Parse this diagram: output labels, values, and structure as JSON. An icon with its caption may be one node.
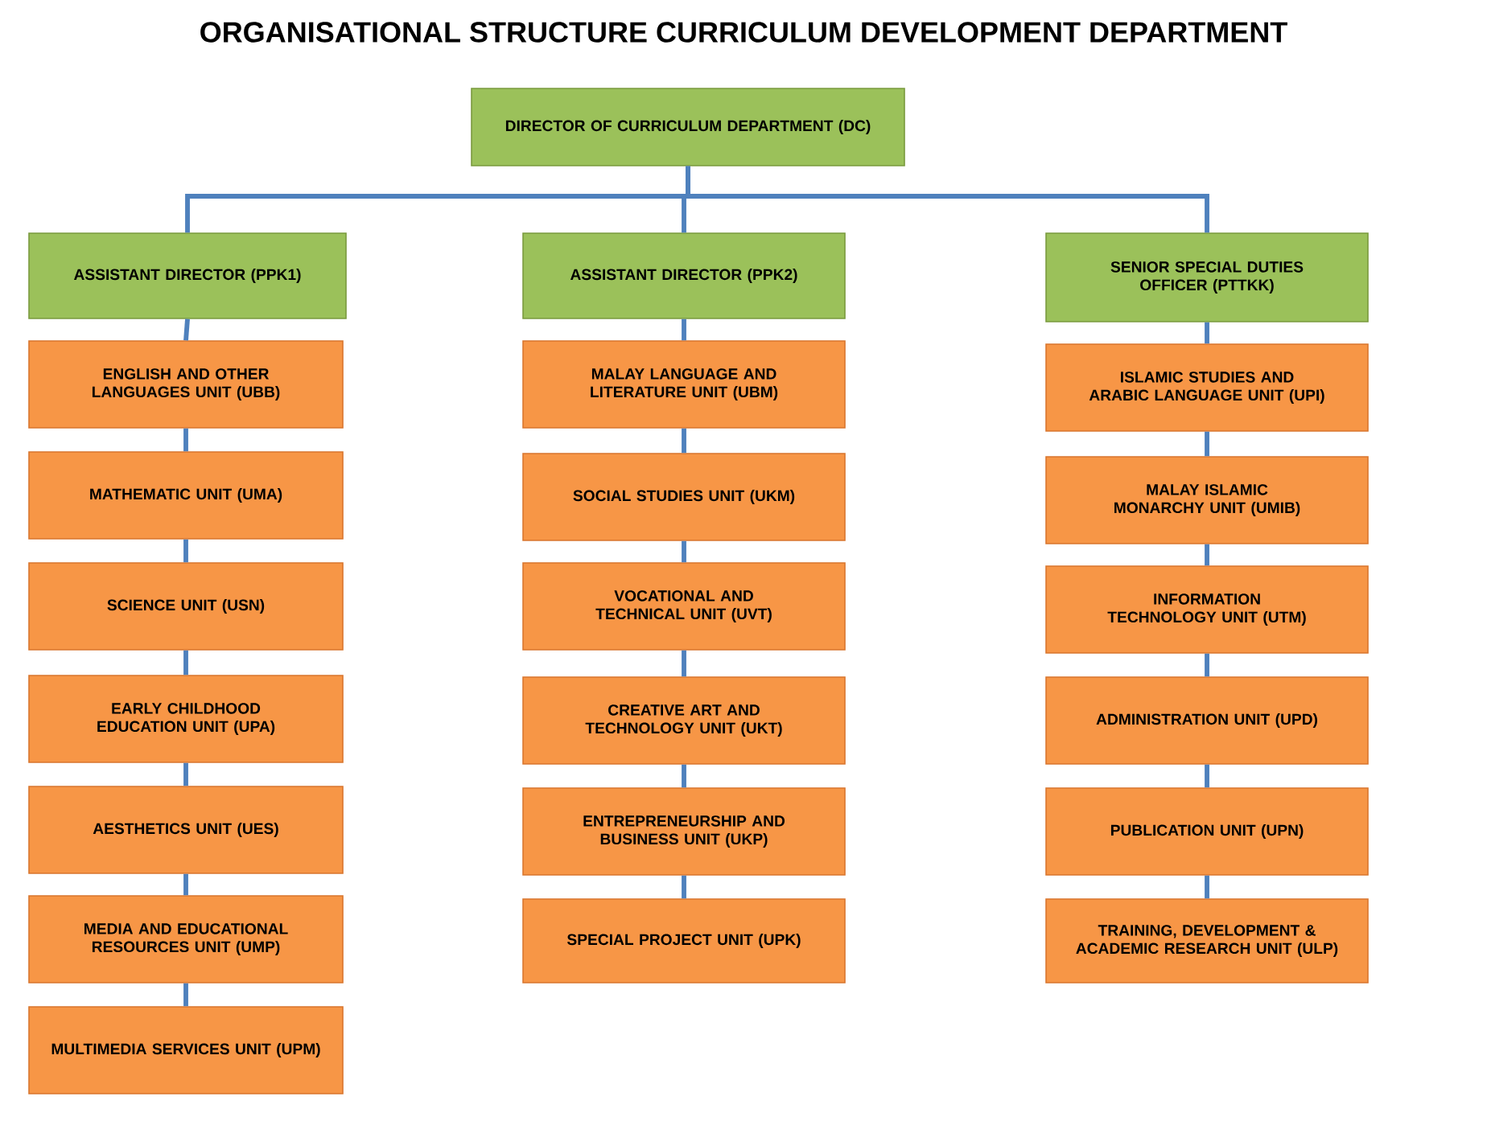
{
  "diagram": {
    "title": "ORGANISATIONAL STRUCTURE CURRICULUM DEVELOPMENT DEPARTMENT",
    "nodes": [
      {
        "text": [
          "DIRECTOR OF CURRICULUM DEPARTMENT (DC)"
        ]
      },
      {
        "text": [
          "ASSISTANT DIRECTOR (PPK1)"
        ]
      },
      {
        "text": [
          "ASSISTANT DIRECTOR (PPK2)"
        ]
      },
      {
        "text": [
          "SENIOR SPECIAL DUTIES OFFICER (PTTKK)"
        ]
      },
      {
        "text": [
          "ENGLISH AND OTHER LANGUAGES UNIT (UBB)"
        ]
      },
      {
        "text": [
          "MATHEMATIC UNIT (UMA)"
        ]
      },
      {
        "text": [
          "SCIENCE UNIT (USN)"
        ]
      },
      {
        "text": [
          "EARLY CHILDHOOD EDUCATION UNIT (UPA)"
        ]
      },
      {
        "text": [
          "AESTHETICS UNIT (UES)"
        ]
      },
      {
        "text": [
          "MEDIA AND EDUCATIONAL RESOURCES UNIT (UMP)"
        ]
      },
      {
        "text": [
          "MULTIMEDIA SERVICES UNIT (UPM)"
        ]
      },
      {
        "text": [
          "MALAY LANGUAGE AND LITERATURE UNIT (UBM)"
        ]
      },
      {
        "text": [
          "SOCIAL STUDIES UNIT (UKM)"
        ]
      },
      {
        "text": [
          "VOCATIONAL AND TECHNICAL UNIT (UVT)"
        ]
      },
      {
        "text": [
          "CREATIVE ART AND TECHNOLOGY UNIT (UKT)"
        ]
      },
      {
        "text": [
          "ENTREPRENEURSHIP AND BUSINESS UNIT (UKP)"
        ]
      },
      {
        "text": [
          "SPECIAL PROJECT UNIT (UPK)"
        ]
      },
      {
        "text": [
          "ISLAMIC STUDIES AND ARABIC LANGUAGE UNIT (UPI)"
        ]
      },
      {
        "text": [
          "MALAY ISLAMIC MONARCHY UNIT (UMIB)"
        ]
      },
      {
        "text": [
          "INFORMATION TECHNOLOGY UNIT (UTM)"
        ]
      },
      {
        "text": [
          "ADMINISTRATION UNIT (UPD)"
        ]
      },
      {
        "text": [
          "PUBLICATION UNIT (UPN)"
        ]
      },
      {
        "text": [
          "TRAINING, DEVELOPMENT & ACADEMIC RESEARCH UNIT (ULP)"
        ]
      }
    ],
    "edges": [
      {
        "from": 0,
        "to": 1,
        "arrow": "none"
      },
      {
        "from": 0,
        "to": 2,
        "arrow": "none"
      },
      {
        "from": 0,
        "to": 3,
        "arrow": "none"
      },
      {
        "from": 1,
        "to": 4,
        "arrow": "none"
      },
      {
        "from": 4,
        "to": 5,
        "arrow": "none"
      },
      {
        "from": 5,
        "to": 6,
        "arrow": "none"
      },
      {
        "from": 6,
        "to": 7,
        "arrow": "none"
      },
      {
        "from": 7,
        "to": 8,
        "arrow": "none"
      },
      {
        "from": 8,
        "to": 9,
        "arrow": "none"
      },
      {
        "from": 9,
        "to": 10,
        "arrow": "none"
      },
      {
        "from": 2,
        "to": 11,
        "arrow": "none"
      },
      {
        "from": 11,
        "to": 12,
        "arrow": "none"
      },
      {
        "from": 12,
        "to": 13,
        "arrow": "none"
      },
      {
        "from": 13,
        "to": 14,
        "arrow": "none"
      },
      {
        "from": 14,
        "to": 15,
        "arrow": "none"
      },
      {
        "from": 15,
        "to": 16,
        "arrow": "none"
      },
      {
        "from": 3,
        "to": 17,
        "arrow": "none"
      },
      {
        "from": 17,
        "to": 18,
        "arrow": "none"
      },
      {
        "from": 18,
        "to": 19,
        "arrow": "none"
      },
      {
        "from": 19,
        "to": 20,
        "arrow": "none"
      },
      {
        "from": 20,
        "to": 21,
        "arrow": "none"
      },
      {
        "from": 21,
        "to": 22,
        "arrow": "none"
      }
    ]
  }
}
